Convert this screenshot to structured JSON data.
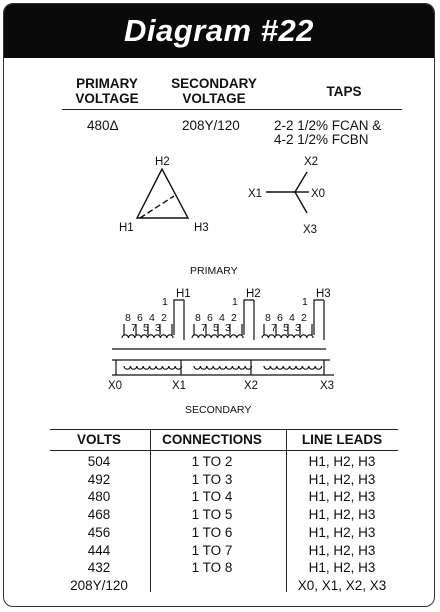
{
  "title": "Diagram #22",
  "header": {
    "primary_voltage": [
      "PRIMARY",
      "VOLTAGE"
    ],
    "secondary_voltage": [
      "SECONDARY",
      "VOLTAGE"
    ],
    "taps": "TAPS"
  },
  "rating": {
    "primary": "480Δ",
    "secondary": "208Y/120",
    "taps": [
      "2-2 1/2% FCAN &",
      "4-2 1/2% FCBN"
    ]
  },
  "delta": {
    "top": "H2",
    "left": "H1",
    "right": "H3"
  },
  "wye": {
    "top": "X2",
    "left": "X1",
    "center": "X0",
    "bottom": "X3"
  },
  "winding": {
    "primary_label": "PRIMARY",
    "secondary_label": "SECONDARY",
    "high_terminals": [
      "H1",
      "H2",
      "H3"
    ],
    "tap_one": "1",
    "tap_upper": [
      "8",
      "6",
      "4",
      "2"
    ],
    "tap_lower": [
      "7",
      "5",
      "3"
    ],
    "low_terminals": [
      "X0",
      "X1",
      "X2",
      "X3"
    ]
  },
  "table": {
    "headers": [
      "VOLTS",
      "CONNECTIONS",
      "LINE LEADS"
    ],
    "rows": [
      [
        "504",
        "1 TO 2",
        "H1, H2, H3"
      ],
      [
        "492",
        "1 TO 3",
        "H1, H2, H3"
      ],
      [
        "480",
        "1 TO 4",
        "H1, H2, H3"
      ],
      [
        "468",
        "1 TO 5",
        "H1, H2, H3"
      ],
      [
        "456",
        "1 TO 6",
        "H1, H2, H3"
      ],
      [
        "444",
        "1 TO 7",
        "H1, H2, H3"
      ],
      [
        "432",
        "1 TO 8",
        "H1, H2, H3"
      ],
      [
        "208Y/120",
        "",
        "X0, X1, X2, X3"
      ]
    ]
  }
}
